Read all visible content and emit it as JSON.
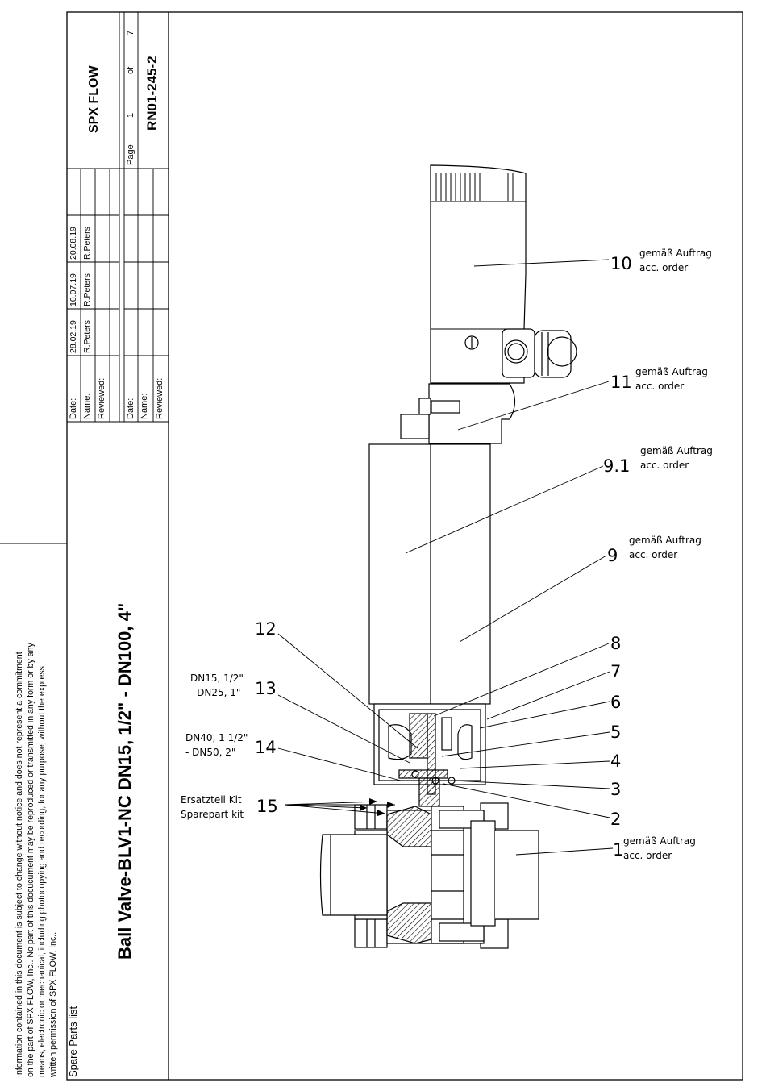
{
  "notice": {
    "lines": [
      "Information contained in this document is subject to change without notice and does not represent a commitment",
      "on the part of SPX FLOW, Inc.. No part of this docucument may be reproduced or transmitted in any form or by any",
      "means, electronic or mechanical, including photocopying and recording, for any purpose, without the express",
      "written permission of SPX FLOW, Inc.."
    ],
    "doc_type": "Spare Parts list"
  },
  "title": "Ball Valve-BLV1-NC DN15, 1/2\" - DN100, 4\"",
  "title_block": {
    "company": "SPX FLOW",
    "page_label": "Page",
    "page_number": "1",
    "of_label": "of",
    "page_total": "7",
    "doc_number": "RN01-245-2",
    "labels": {
      "date": "Date:",
      "name": "Name:",
      "reviewed": "Reviewed:"
    },
    "revisions": [
      {
        "date": "28.02.19",
        "name": "R.Peters"
      },
      {
        "date": "10.07.19",
        "name": "R.Peters"
      },
      {
        "date": "20.08.19",
        "name": "R.Peters"
      }
    ]
  },
  "callouts": {
    "p10": {
      "num": "10",
      "text": "gemäß Auftrag\nacc. order"
    },
    "p11": {
      "num": "11",
      "text": "gemäß Auftrag\nacc. order"
    },
    "p91": {
      "num": "9.1",
      "text": "gemäß Auftrag\nacc. order"
    },
    "p9": {
      "num": "9",
      "text": "gemäß Auftrag\nacc. order"
    },
    "p8": {
      "num": "8"
    },
    "p7": {
      "num": "7"
    },
    "p6": {
      "num": "6"
    },
    "p5": {
      "num": "5"
    },
    "p4": {
      "num": "4"
    },
    "p3": {
      "num": "3"
    },
    "p2": {
      "num": "2"
    },
    "p1": {
      "num": "1",
      "text": "gemäß Auftrag\nacc. order"
    },
    "p12": {
      "num": "12"
    },
    "p13": {
      "num": "13",
      "text": "DN15, 1/2\"\n- DN25, 1\""
    },
    "p14": {
      "num": "14",
      "text": "DN40, 1 1/2\"\n- DN50, 2\""
    },
    "p15": {
      "num": "15",
      "text": "Ersatzteil Kit\nSparepart kit"
    }
  }
}
